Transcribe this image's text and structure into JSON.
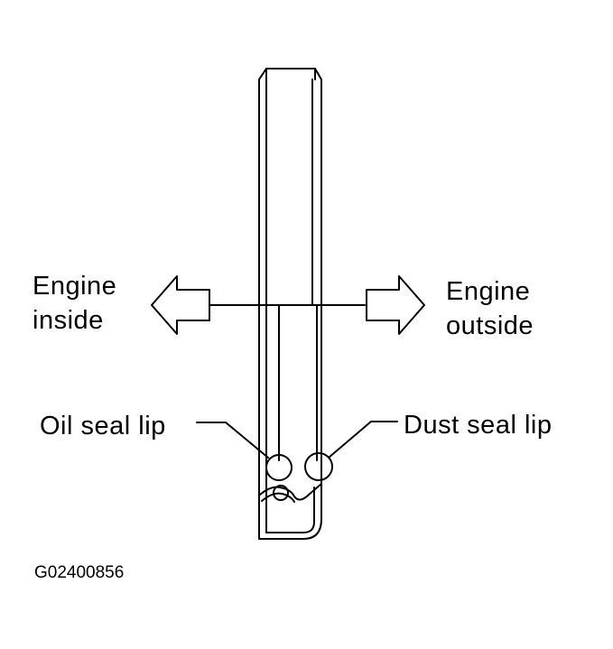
{
  "labels": {
    "engine_inside_line1": "Engine",
    "engine_inside_line2": "inside",
    "engine_outside_line1": "Engine",
    "engine_outside_line2": "outside",
    "oil_seal_lip": "Oil seal lip",
    "dust_seal_lip": "Dust seal lip"
  },
  "figure_id": "G02400856",
  "colors": {
    "line": "#000000",
    "background": "#ffffff"
  }
}
